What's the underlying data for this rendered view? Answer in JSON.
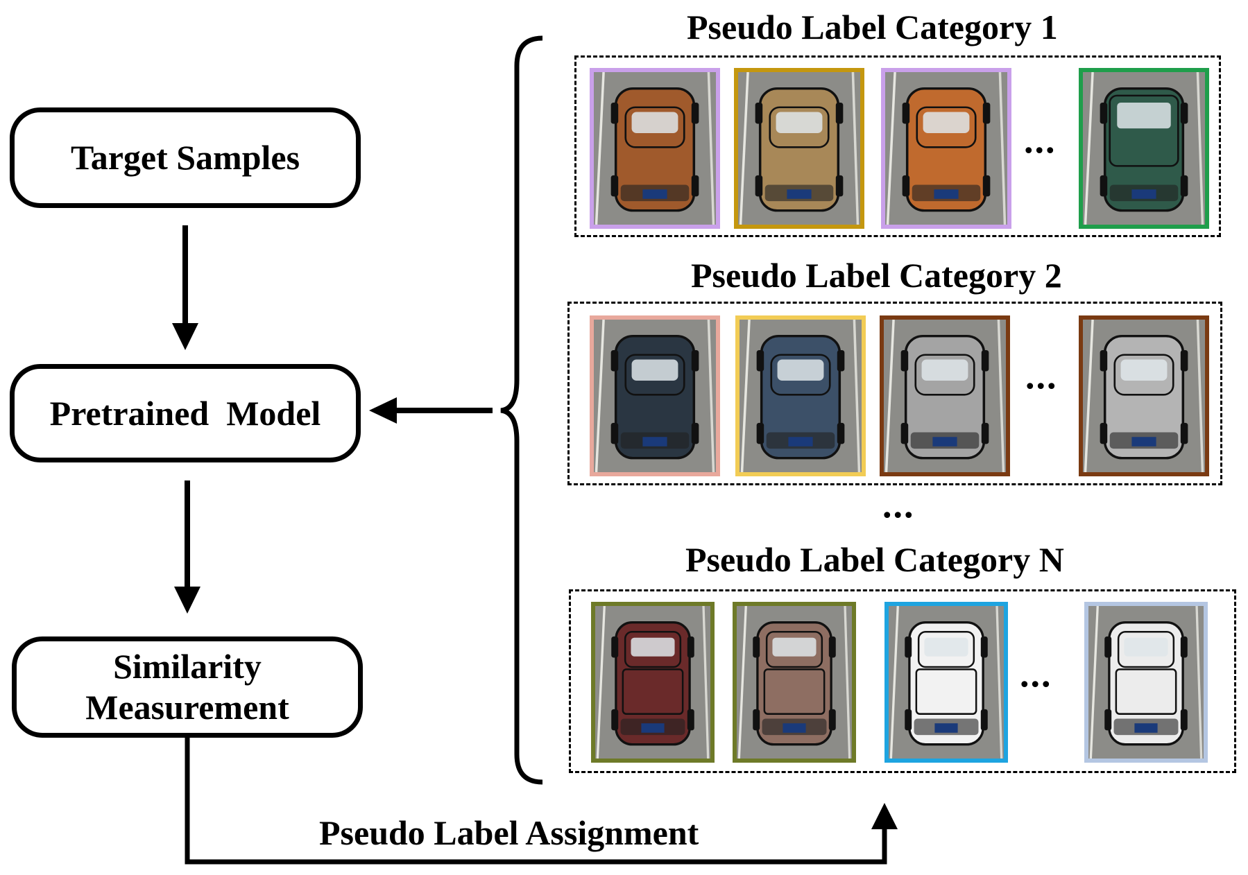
{
  "flow": {
    "target_samples": "Target Samples",
    "pretrained_model": "Pretrained  Model",
    "similarity_line1": "Similarity",
    "similarity_line2": "Measurement",
    "assignment_label": "Pseudo Label Assignment"
  },
  "categories": [
    {
      "title": "Pseudo Label Category 1",
      "ellipsis": "...",
      "thumbnails": [
        {
          "frame": "#c9a0ea",
          "body": "#a05a2c",
          "kind": "suv"
        },
        {
          "frame": "#c4970f",
          "body": "#a88858",
          "kind": "suv"
        },
        {
          "frame": "#c9a0ea",
          "body": "#c06a2e",
          "kind": "suv"
        },
        {
          "frame": "#1f9e4b",
          "body": "#2f5a4a",
          "kind": "van"
        }
      ]
    },
    {
      "title": "Pseudo Label Category 2",
      "ellipsis": "...",
      "thumbnails": [
        {
          "frame": "#e8a89c",
          "body": "#2a3642",
          "kind": "hatch"
        },
        {
          "frame": "#f2cc55",
          "body": "#3c5068",
          "kind": "sedan"
        },
        {
          "frame": "#7a3a12",
          "body": "#a4a4a4",
          "kind": "suv"
        },
        {
          "frame": "#7a3a12",
          "body": "#b4b4b4",
          "kind": "suv"
        }
      ]
    },
    {
      "title": "Pseudo Label Category N",
      "ellipsis": "...",
      "thumbnails": [
        {
          "frame": "#6e7a28",
          "body": "#6a2a2a",
          "kind": "pickup"
        },
        {
          "frame": "#6e7a28",
          "body": "#8e6e62",
          "kind": "pickup"
        },
        {
          "frame": "#1ea4e0",
          "body": "#f2f2f2",
          "kind": "pickup"
        },
        {
          "frame": "#b4c6e2",
          "body": "#ececec",
          "kind": "pickup"
        }
      ]
    }
  ],
  "middle_ellipsis": "..."
}
